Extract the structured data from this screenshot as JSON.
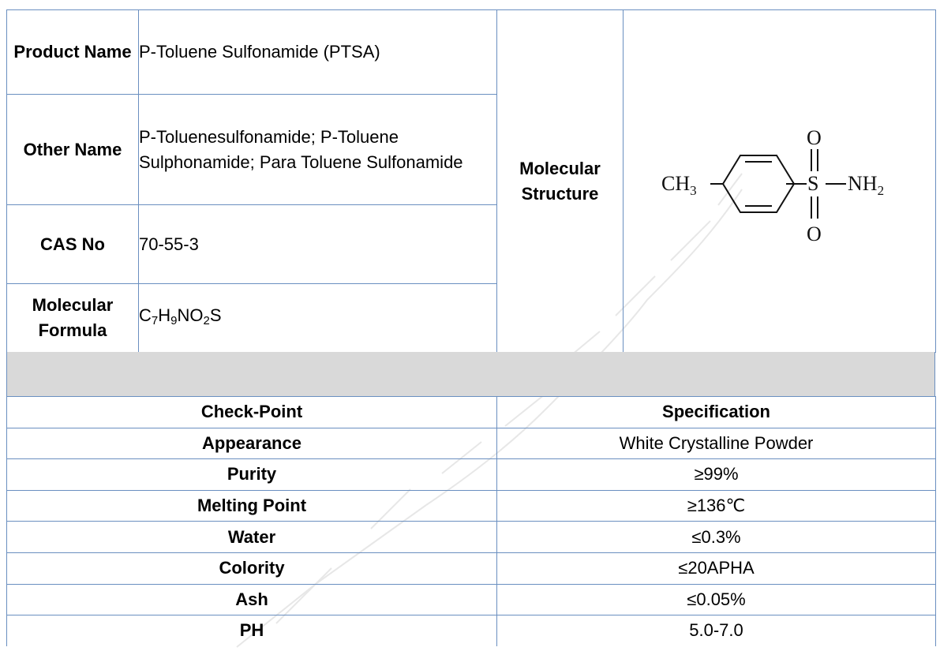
{
  "info": {
    "product_name_label": "Product Name",
    "product_name_value": "P-Toluene Sulfonamide (PTSA)",
    "other_name_label": "Other Name",
    "other_name_value": "P-Toluenesulfonamide; P-Toluene Sulphonamide; Para Toluene Sulfonamide",
    "cas_label": "CAS No",
    "cas_value": "70-55-3",
    "formula_label": "Molecular Formula",
    "formula": {
      "c": "C",
      "c_n": "7",
      "h": "H",
      "h_n": "9",
      "no": "NO",
      "o_n": "2",
      "s": "S"
    },
    "structure_label": "Molecular Structure",
    "structure": {
      "left_group": "CH",
      "left_sub": "3",
      "sulfur": "S",
      "oxygen_top": "O",
      "oxygen_bottom": "O",
      "right_group": "NH",
      "right_sub": "2",
      "icon": "benzene-ring-structure"
    }
  },
  "spec": {
    "headers": [
      "Check-Point",
      "Specification"
    ],
    "rows": [
      {
        "check": "Appearance",
        "value": "White Crystalline Powder"
      },
      {
        "check": "Purity",
        "value": "≥99%"
      },
      {
        "check": "Melting Point",
        "value": "≥136℃"
      },
      {
        "check": "Water",
        "value": "≤0.3%"
      },
      {
        "check": "Colority",
        "value": "≤20APHA"
      },
      {
        "check": "Ash",
        "value": "≤0.05%"
      },
      {
        "check": "PH",
        "value": "5.0-7.0"
      }
    ]
  },
  "watermark": {
    "icon": "company-watermark"
  },
  "colors": {
    "border": "#6a8fc0",
    "band": "#d9d9d9"
  }
}
